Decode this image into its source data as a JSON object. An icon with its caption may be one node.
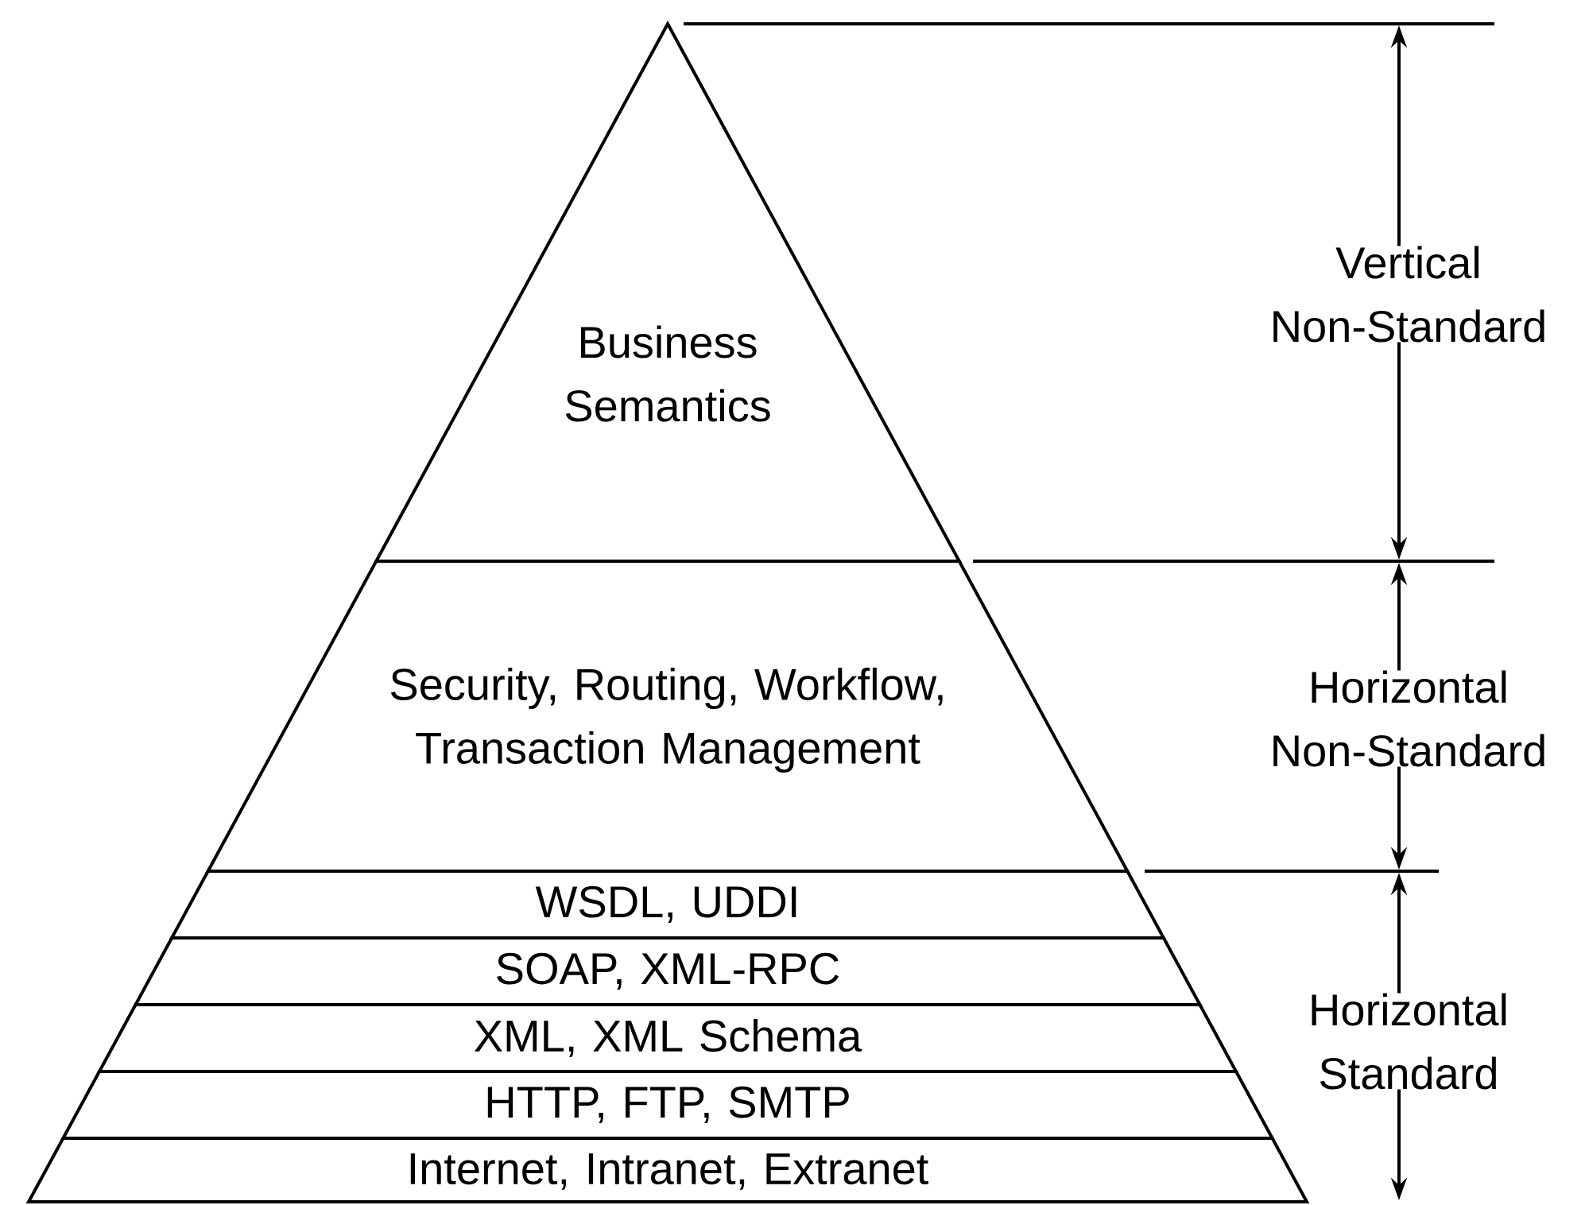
{
  "diagram": {
    "nodes": [
      {
        "text": [
          "Business Semantics"
        ]
      },
      {
        "text": [
          "Security, Routing, Workflow, Transaction Management"
        ]
      },
      {
        "text": [
          "WSDL, UDDI"
        ]
      },
      {
        "text": [
          "SOAP, XML-RPC"
        ]
      },
      {
        "text": [
          "XML, XML Schema"
        ]
      },
      {
        "text": [
          "HTTP, FTP, SMTP"
        ]
      },
      {
        "text": [
          "Internet, Intranet, Extranet"
        ]
      }
    ],
    "labels": [
      "Vertical Non-Standard",
      "Horizontal Non-Standard",
      "Horizontal Standard"
    ]
  }
}
